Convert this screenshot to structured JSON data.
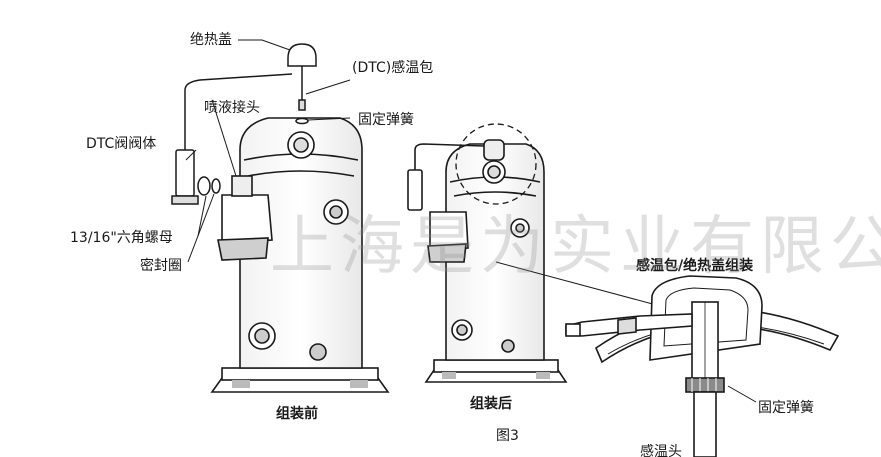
{
  "labels": {
    "insulation_cap": "绝热盖",
    "dtc_bulb": "(DTC)感温包",
    "injection_fitting": "喷液接头",
    "retaining_spring_top": "固定弹簧",
    "dtc_valve_body": "DTC阀阀体",
    "hex_nut": "13/16\"六角螺母",
    "seal_ring": "密封圈",
    "bulb_cap_assembly": "感温包/绝热盖组装",
    "retaining_spring_detail": "固定弹簧",
    "bulb_bottom": "感温头",
    "before_assembly": "组装前",
    "after_assembly": "组装后",
    "figure_caption": "图3"
  },
  "watermark": "上海是为实业有限公司",
  "colors": {
    "line": "#1a1a1a",
    "fill": "#ffffff",
    "shade": "#d8d8d8",
    "dark": "#555555",
    "watermark": "#8c8c8c"
  }
}
